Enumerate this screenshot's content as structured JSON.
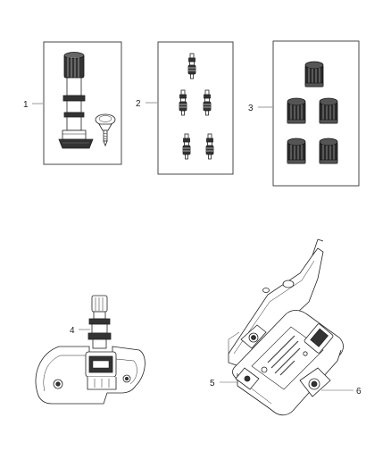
{
  "callouts": {
    "c1": "1",
    "c2": "2",
    "c3": "3",
    "c4": "4",
    "c5": "5",
    "c6": "6"
  },
  "parts": {
    "valve_stem_kit": "valve-stem-kit-icon",
    "valve_cores": "valve-core-icon",
    "valve_caps": "valve-cap-icon",
    "tire_pressure_sensor": "tpms-sensor-icon",
    "receiver_module": "receiver-module-icon",
    "module_bracket": "bracket-icon"
  }
}
